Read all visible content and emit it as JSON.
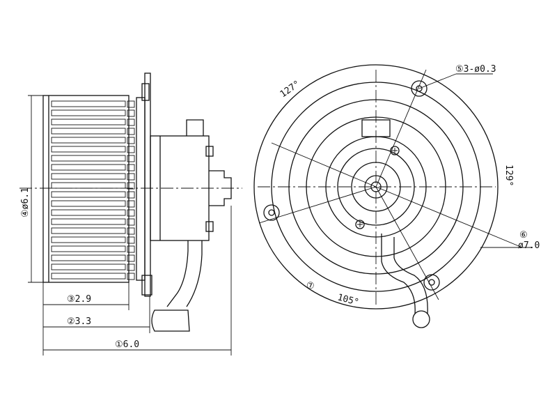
{
  "title": "Blower motor assembly dimension drawing",
  "side_view": {
    "dim_overall": "①6.0",
    "dim_motor": "②3.3",
    "dim_wheel": "③2.9",
    "dim_diameter": "④ø6.1"
  },
  "front_view": {
    "angle_top": "127°",
    "angle_right": "129°",
    "angle_bottom": "105°",
    "holes": "⑤3-ø0.3",
    "bolt_circle_marker": "⑥",
    "bolt_circle": "ø7.0",
    "callout_7": "⑦"
  }
}
